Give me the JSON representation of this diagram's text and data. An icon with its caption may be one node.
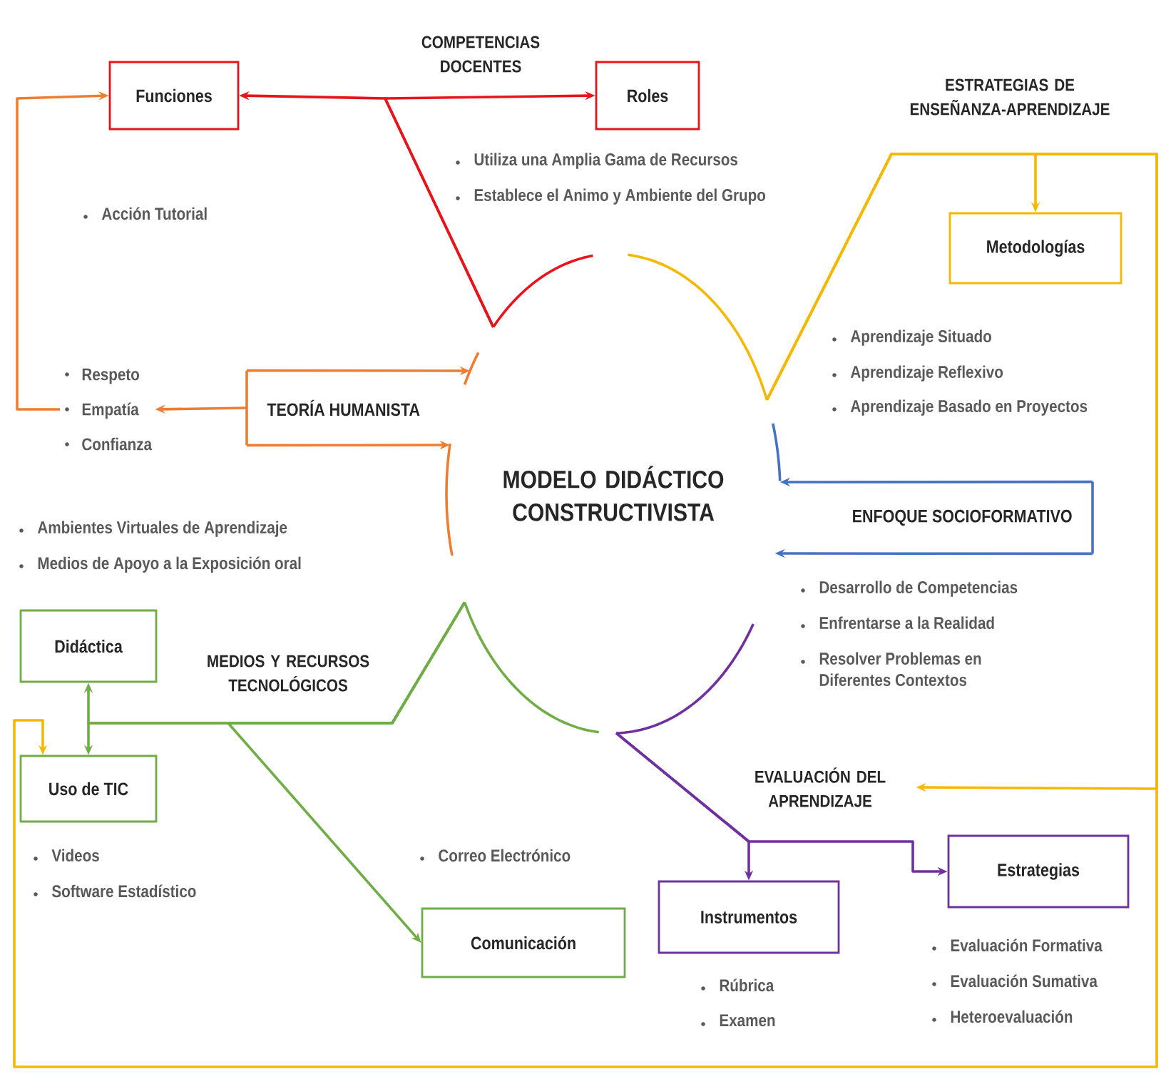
{
  "diagram": {
    "nodes": [
      {
        "text": [
          "Funciones"
        ]
      },
      {
        "text": [
          "Roles"
        ]
      },
      {
        "text": [
          "Metodologías"
        ]
      },
      {
        "text": [
          "Respeto",
          "Empatía",
          "Confianza"
        ]
      },
      {
        "text": [
          "TEORÍA HUMANISTA"
        ]
      },
      {
        "text": [
          "MODELO DIDÁCTICO CONSTRUCTIVISTA"
        ]
      },
      {
        "text": [
          "ENFOQUE SOCIOFORMATIVO"
        ]
      },
      {
        "text": [
          "Didáctica"
        ]
      },
      {
        "text": [
          "Uso de TIC"
        ]
      },
      {
        "text": [
          "EVALUACIÓN DEL APRENDIZAJE"
        ]
      },
      {
        "text": [
          "Comunicación"
        ]
      },
      {
        "text": [
          "Instrumentos"
        ]
      },
      {
        "text": [
          "Estrategias"
        ]
      }
    ],
    "edges": [
      {
        "from": 5,
        "to": 0,
        "arrow": "to",
        "color": "#e8141b"
      },
      {
        "from": 5,
        "to": 1,
        "arrow": "to",
        "color": "#e8141b"
      },
      {
        "from": 5,
        "to": 2,
        "arrow": "to",
        "color": "#f5b800"
      },
      {
        "from": 4,
        "to": 5,
        "arrow": "to",
        "color": "#ed7d31"
      },
      {
        "from": 4,
        "to": 5,
        "arrow": "to",
        "color": "#ed7d31"
      },
      {
        "from": 4,
        "to": 3,
        "arrow": "to",
        "color": "#ed7d31"
      },
      {
        "from": 3,
        "to": 0,
        "arrow": "to",
        "color": "#ed7d31"
      },
      {
        "from": 6,
        "to": 5,
        "arrow": "to",
        "color": "#4472c4"
      },
      {
        "from": 6,
        "to": 5,
        "arrow": "to",
        "color": "#4472c4"
      },
      {
        "from": 5,
        "to": 7,
        "arrow": "to",
        "color": "#70ad47"
      },
      {
        "from": 5,
        "to": 8,
        "arrow": "to",
        "color": "#70ad47"
      },
      {
        "from": 5,
        "to": 10,
        "arrow": "to",
        "color": "#70ad47"
      },
      {
        "from": 5,
        "to": 11,
        "arrow": "to",
        "color": "#7030a0"
      },
      {
        "from": 5,
        "to": 12,
        "arrow": "to",
        "color": "#7030a0"
      },
      {
        "from": 5,
        "to": 9,
        "arrow": "to",
        "color": "#f5b800"
      },
      {
        "from": 5,
        "to": 8,
        "arrow": "to",
        "color": "#f5b800"
      }
    ],
    "labels": [
      "COMPETENCIAS DOCENTES",
      "Acción Tutorial",
      "Utiliza una Amplia Gama de Recursos",
      "Establece el Animo y Ambiente del Grupo",
      "ESTRATEGIAS DE ENSEÑANZA-APRENDIZAJE",
      "Aprendizaje Situado",
      "Aprendizaje Reflexivo",
      "Aprendizaje Basado en Proyectos",
      "Ambientes Virtuales de Aprendizaje",
      "Medios de Apoyo a la Exposición oral",
      "Desarrollo de Competencias",
      "Enfrentarse a la Realidad",
      "Resolver Problemas en Diferentes Contextos",
      "MEDIOS Y RECURSOS TECNOLÓGICOS",
      "Correo Electrónico",
      "Videos",
      "Software Estadístico",
      "Rúbrica",
      "Examen",
      "Evaluación Formativa",
      "Evaluación Sumativa",
      "Heteroevaluación"
    ]
  }
}
